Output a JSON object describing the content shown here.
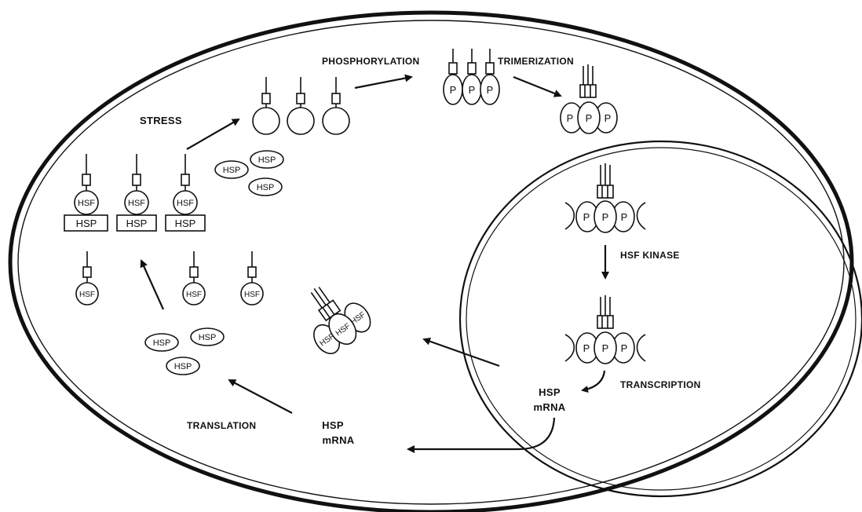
{
  "labels": {
    "stress": "STRESS",
    "phosphorylation": "PHOSPHORYLATION",
    "trimerization": "TRIMERIZATION",
    "hsf_kinase": "HSF KINASE",
    "transcription": "TRANSCRIPTION",
    "translation": "TRANSLATION",
    "hsp_mrna_nucleus_line1": "HSP",
    "hsp_mrna_nucleus_line2": "mRNA",
    "hsp_mrna_cytoplasm_line1": "HSP",
    "hsp_mrna_cytoplasm_line2": "mRNA"
  },
  "molecules": {
    "hsf": "HSF",
    "hsp": "HSP",
    "phosphate": "P"
  }
}
